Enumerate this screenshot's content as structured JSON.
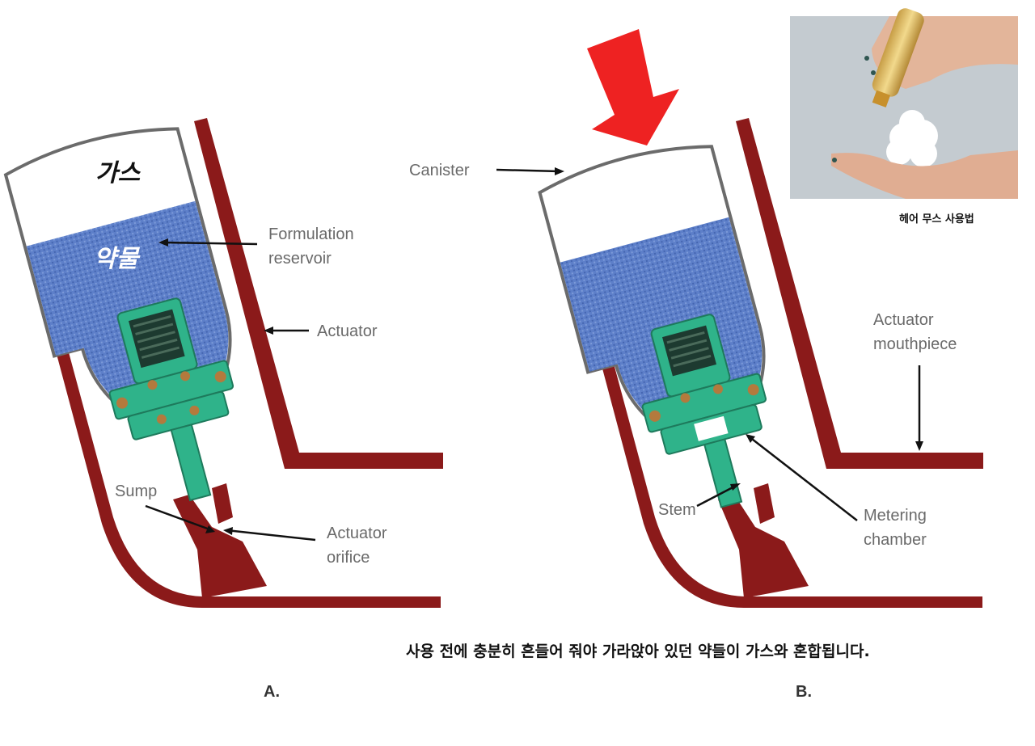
{
  "panel_a": {
    "gas_label": "가스",
    "liquid_label": "약물",
    "formulation_reservoir": [
      "Formulation",
      "reservoir"
    ],
    "actuator": "Actuator",
    "sump": "Sump",
    "actuator_orifice": [
      "Actuator",
      "orifice"
    ],
    "letter": "A."
  },
  "panel_b": {
    "canister": "Canister",
    "actuator_mouthpiece": [
      "Actuator",
      "mouthpiece"
    ],
    "stem": "Stem",
    "metering_chamber": [
      "Metering",
      "chamber"
    ],
    "letter": "B."
  },
  "photo": {
    "caption": "헤어 무스 사용법"
  },
  "bottom_caption": "사용 전에 충분히 흔들어 줘야 가라앉아 있던 약들이 가스와 혼합됩니다.",
  "colors": {
    "actuator_red": "#8b1a1a",
    "liquid_blue": "#5a7dc8",
    "valve_green": "#2fb38a",
    "press_arrow": "#ee2222"
  }
}
